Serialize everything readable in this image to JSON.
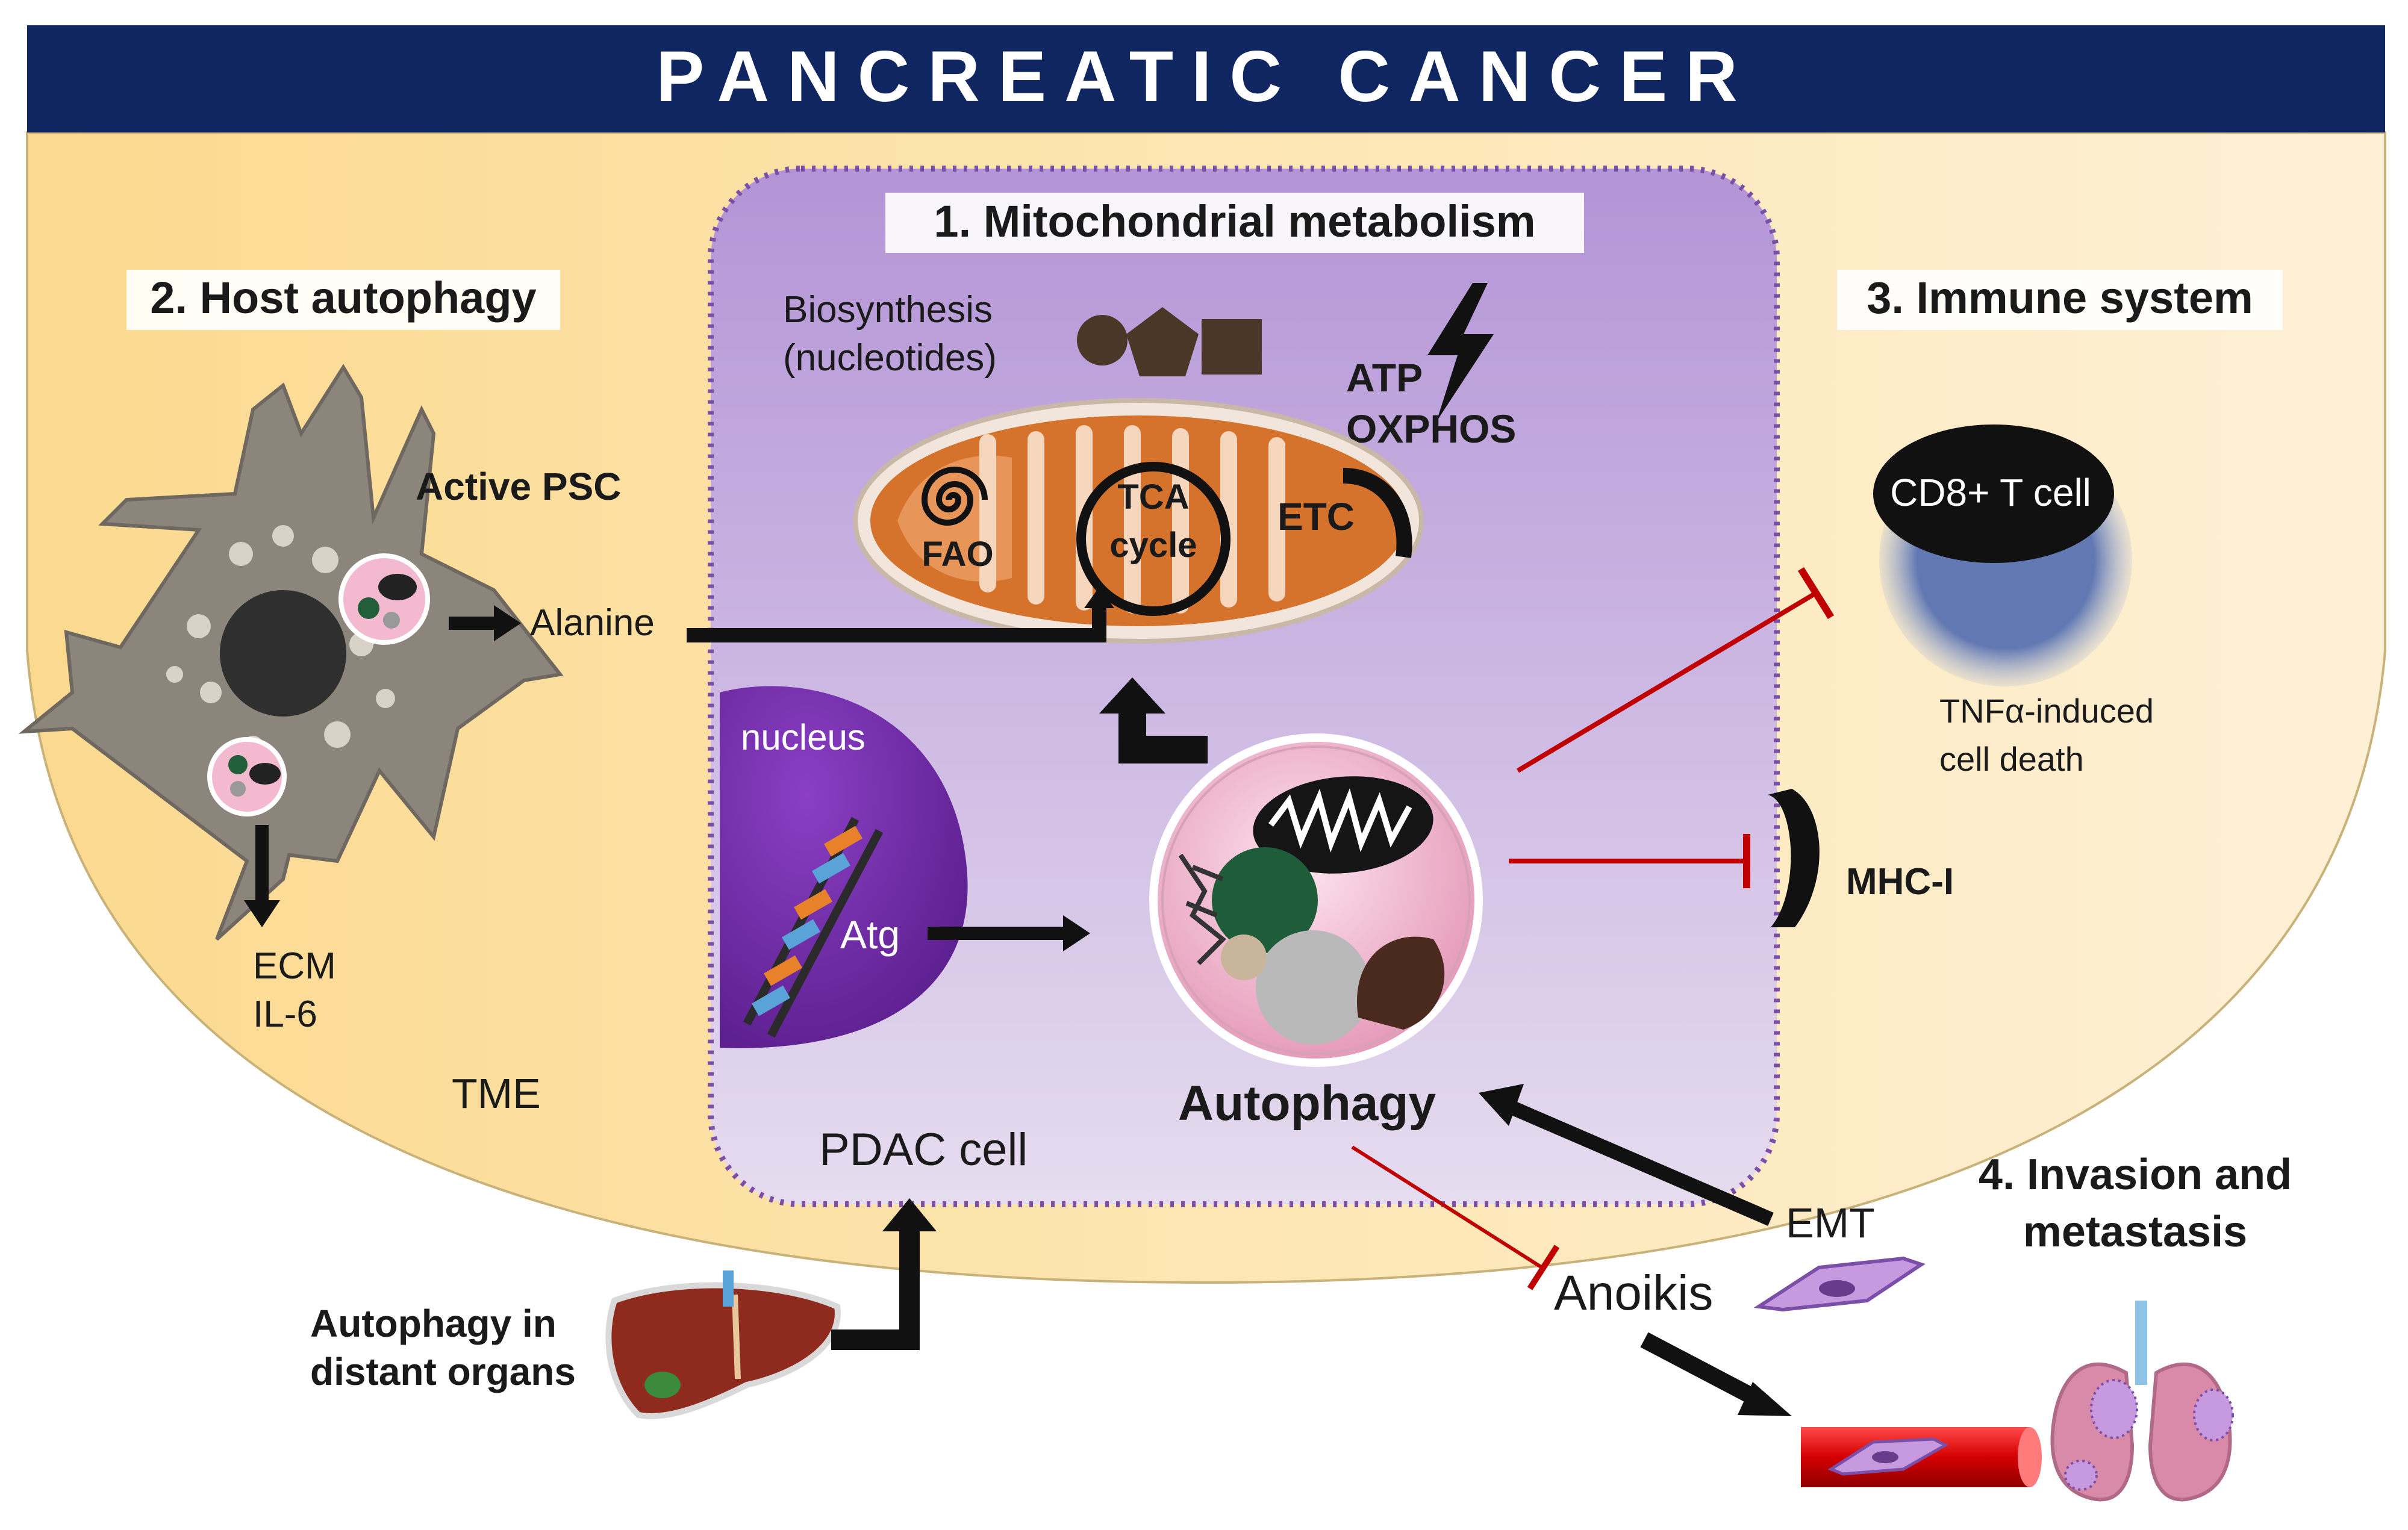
{
  "banner": {
    "title": "PANCREATIC CANCER",
    "color": "#0f2660"
  },
  "colors": {
    "tme": "#fce3a6",
    "cell": "#c9b4e2",
    "cell_border": "#7b4fa8",
    "arrow": "#111111",
    "inhibit": "#c00000"
  },
  "sections": {
    "mito": "1. Mitochondrial metabolism",
    "host": "2. Host autophagy",
    "immune": "3. Immune system",
    "invasion_line1": "4. Invasion and",
    "invasion_line2": "metastasis"
  },
  "mito": {
    "biosynthesis_line1": "Biosynthesis",
    "biosynthesis_line2": "(nucleotides)",
    "atp": "ATP",
    "oxphos": "OXPHOS",
    "fao": "FAO",
    "tca_line1": "TCA",
    "tca_line2": "cycle",
    "etc": "ETC"
  },
  "host": {
    "psc": "Active PSC",
    "alanine": "Alanine",
    "ecm": "ECM",
    "il6": "IL-6",
    "tme": "TME"
  },
  "pdac": {
    "nucleus": "nucleus",
    "atg": "Atg",
    "autophagy": "Autophagy",
    "cell_label": "PDAC cell"
  },
  "immune": {
    "tcell": "CD8+ T cell",
    "tnf_line1": "TNFα-induced",
    "tnf_line2": "cell death",
    "mhc": "MHC-I"
  },
  "invasion": {
    "emt": "EMT",
    "anoikis": "Anoikis"
  },
  "distant": {
    "line1": "Autophagy in",
    "line2": "distant organs"
  },
  "icons": [
    "psc-cell-icon",
    "autophagosome-icon",
    "mitochondrion-icon",
    "lightning-icon",
    "metabolite-shapes-icon",
    "nucleus-icon",
    "dna-icon",
    "t-cell-icon",
    "mhc-receptor-icon",
    "mesenchymal-cell-icon",
    "blood-vessel-icon",
    "lungs-icon",
    "liver-icon"
  ]
}
